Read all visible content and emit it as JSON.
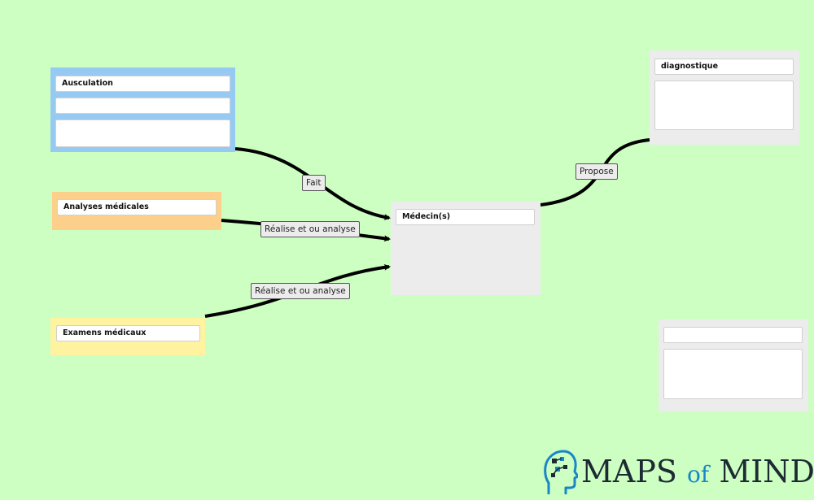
{
  "colors": {
    "background": "#ccffc1",
    "ausculation": "#96caf2",
    "analyses": "#fcd08a",
    "examens": "#fff3a0",
    "neutral": "#ececec",
    "logo_primary": "#1d2a33",
    "logo_accent": "#1a86c7"
  },
  "nodes": {
    "ausculation": {
      "title": "Ausculation",
      "field2": "",
      "field3": ""
    },
    "analyses": {
      "title": "Analyses médicales"
    },
    "examens": {
      "title": "Examens médicaux"
    },
    "medecins": {
      "title": "Médecin(s)"
    },
    "diagnostique": {
      "title": "diagnostique",
      "field2": ""
    },
    "empty": {
      "title": "",
      "field2": ""
    }
  },
  "edges": {
    "fait": "Fait",
    "realise1": "Réalise et ou analyse",
    "realise2": "Réalise et ou analyse",
    "propose": "Propose"
  },
  "logo": {
    "word1": "MAPS",
    "word2": "of",
    "word3": "MIND",
    "icon": "head-brain-icon"
  }
}
